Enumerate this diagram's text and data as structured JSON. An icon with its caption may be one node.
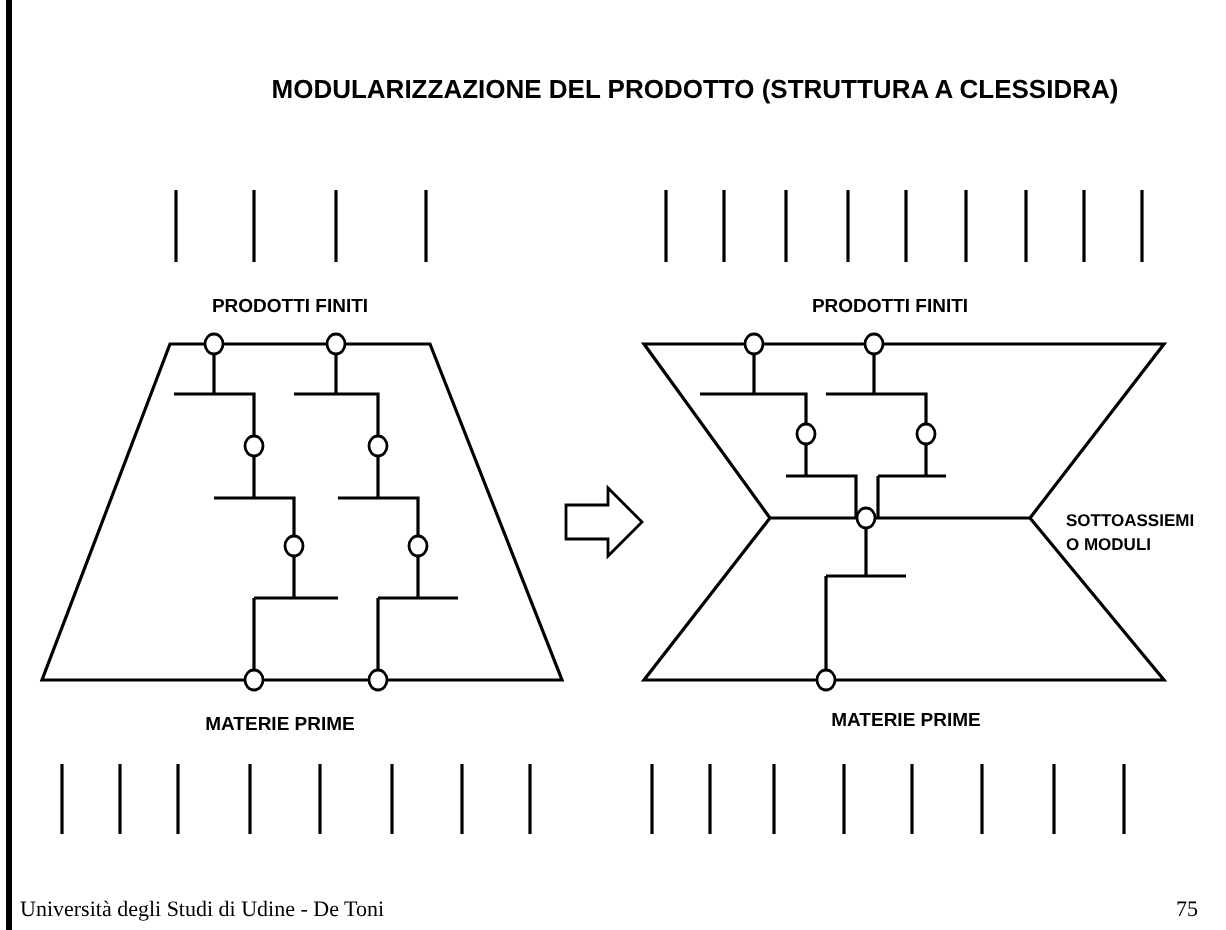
{
  "diagram": {
    "title": "MODULARIZZAZIONE DEL PRODOTTO (STRUTTURA A CLESSIDRA)",
    "caption": "Università degli Studi di Udine - De Toni",
    "nodes": [
      {
        "text": [
          "PRODOTTI FINITI",
          "MATERIE PRIME"
        ]
      },
      {
        "text": [
          "PRODOTTI FINITI",
          "MATERIE PRIME",
          "SOTTOASSIEMI O MODULI"
        ]
      }
    ],
    "edges": [
      {
        "from": 0,
        "to": 1,
        "arrow": "to"
      }
    ],
    "labels": [
      "75"
    ]
  }
}
